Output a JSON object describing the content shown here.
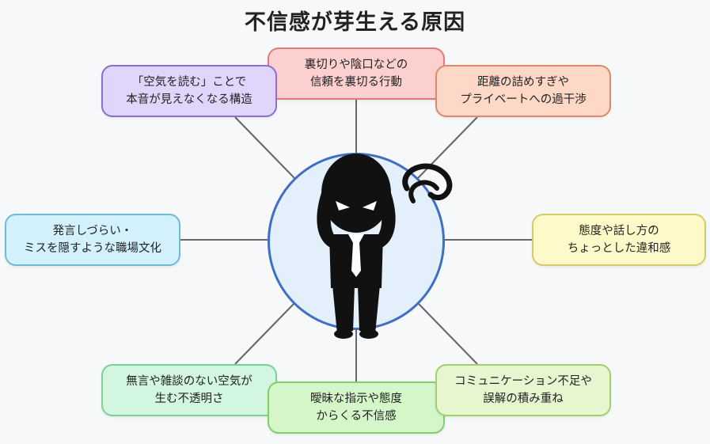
{
  "title": "不信感が芽生える原因",
  "nodes": [
    {
      "id": "top",
      "lines": [
        "裏切りや陰口などの",
        "信頼を裏切る行動"
      ],
      "fill": "#fdd0d0",
      "stroke": "#e07b7b"
    },
    {
      "id": "top-left",
      "lines": [
        "「空気を読む」ことで",
        "本音が見えなくなる構造"
      ],
      "fill": "#e0d6fb",
      "stroke": "#8a6fd0"
    },
    {
      "id": "top-right",
      "lines": [
        "距離の詰めすぎや",
        "プライベートへの過干渉"
      ],
      "fill": "#fed8c6",
      "stroke": "#de8a6a"
    },
    {
      "id": "left",
      "lines": [
        "発言しづらい・",
        "ミスを隠すような職場文化"
      ],
      "fill": "#d2f1fb",
      "stroke": "#6fbad6"
    },
    {
      "id": "right",
      "lines": [
        "態度や話し方の",
        "ちょっとした違和感"
      ],
      "fill": "#fdf9c8",
      "stroke": "#d5cb6a"
    },
    {
      "id": "bottom-left",
      "lines": [
        "無言や雑談のない空気が",
        "生む不透明さ"
      ],
      "fill": "#d2f6df",
      "stroke": "#7ccf95"
    },
    {
      "id": "bottom",
      "lines": [
        "曖昧な指示や態度",
        "からくる不信感"
      ],
      "fill": "#d4f6c8",
      "stroke": "#7fcf6c"
    },
    {
      "id": "bottom-right",
      "lines": [
        "コミュニケーション不足や",
        "誤解の積み重ね"
      ],
      "fill": "#e6f6cf",
      "stroke": "#9fd06a"
    }
  ],
  "center": {
    "fill": "#e4effc",
    "stroke": "#3f6fc4",
    "icon": "stressed-person-icon"
  }
}
